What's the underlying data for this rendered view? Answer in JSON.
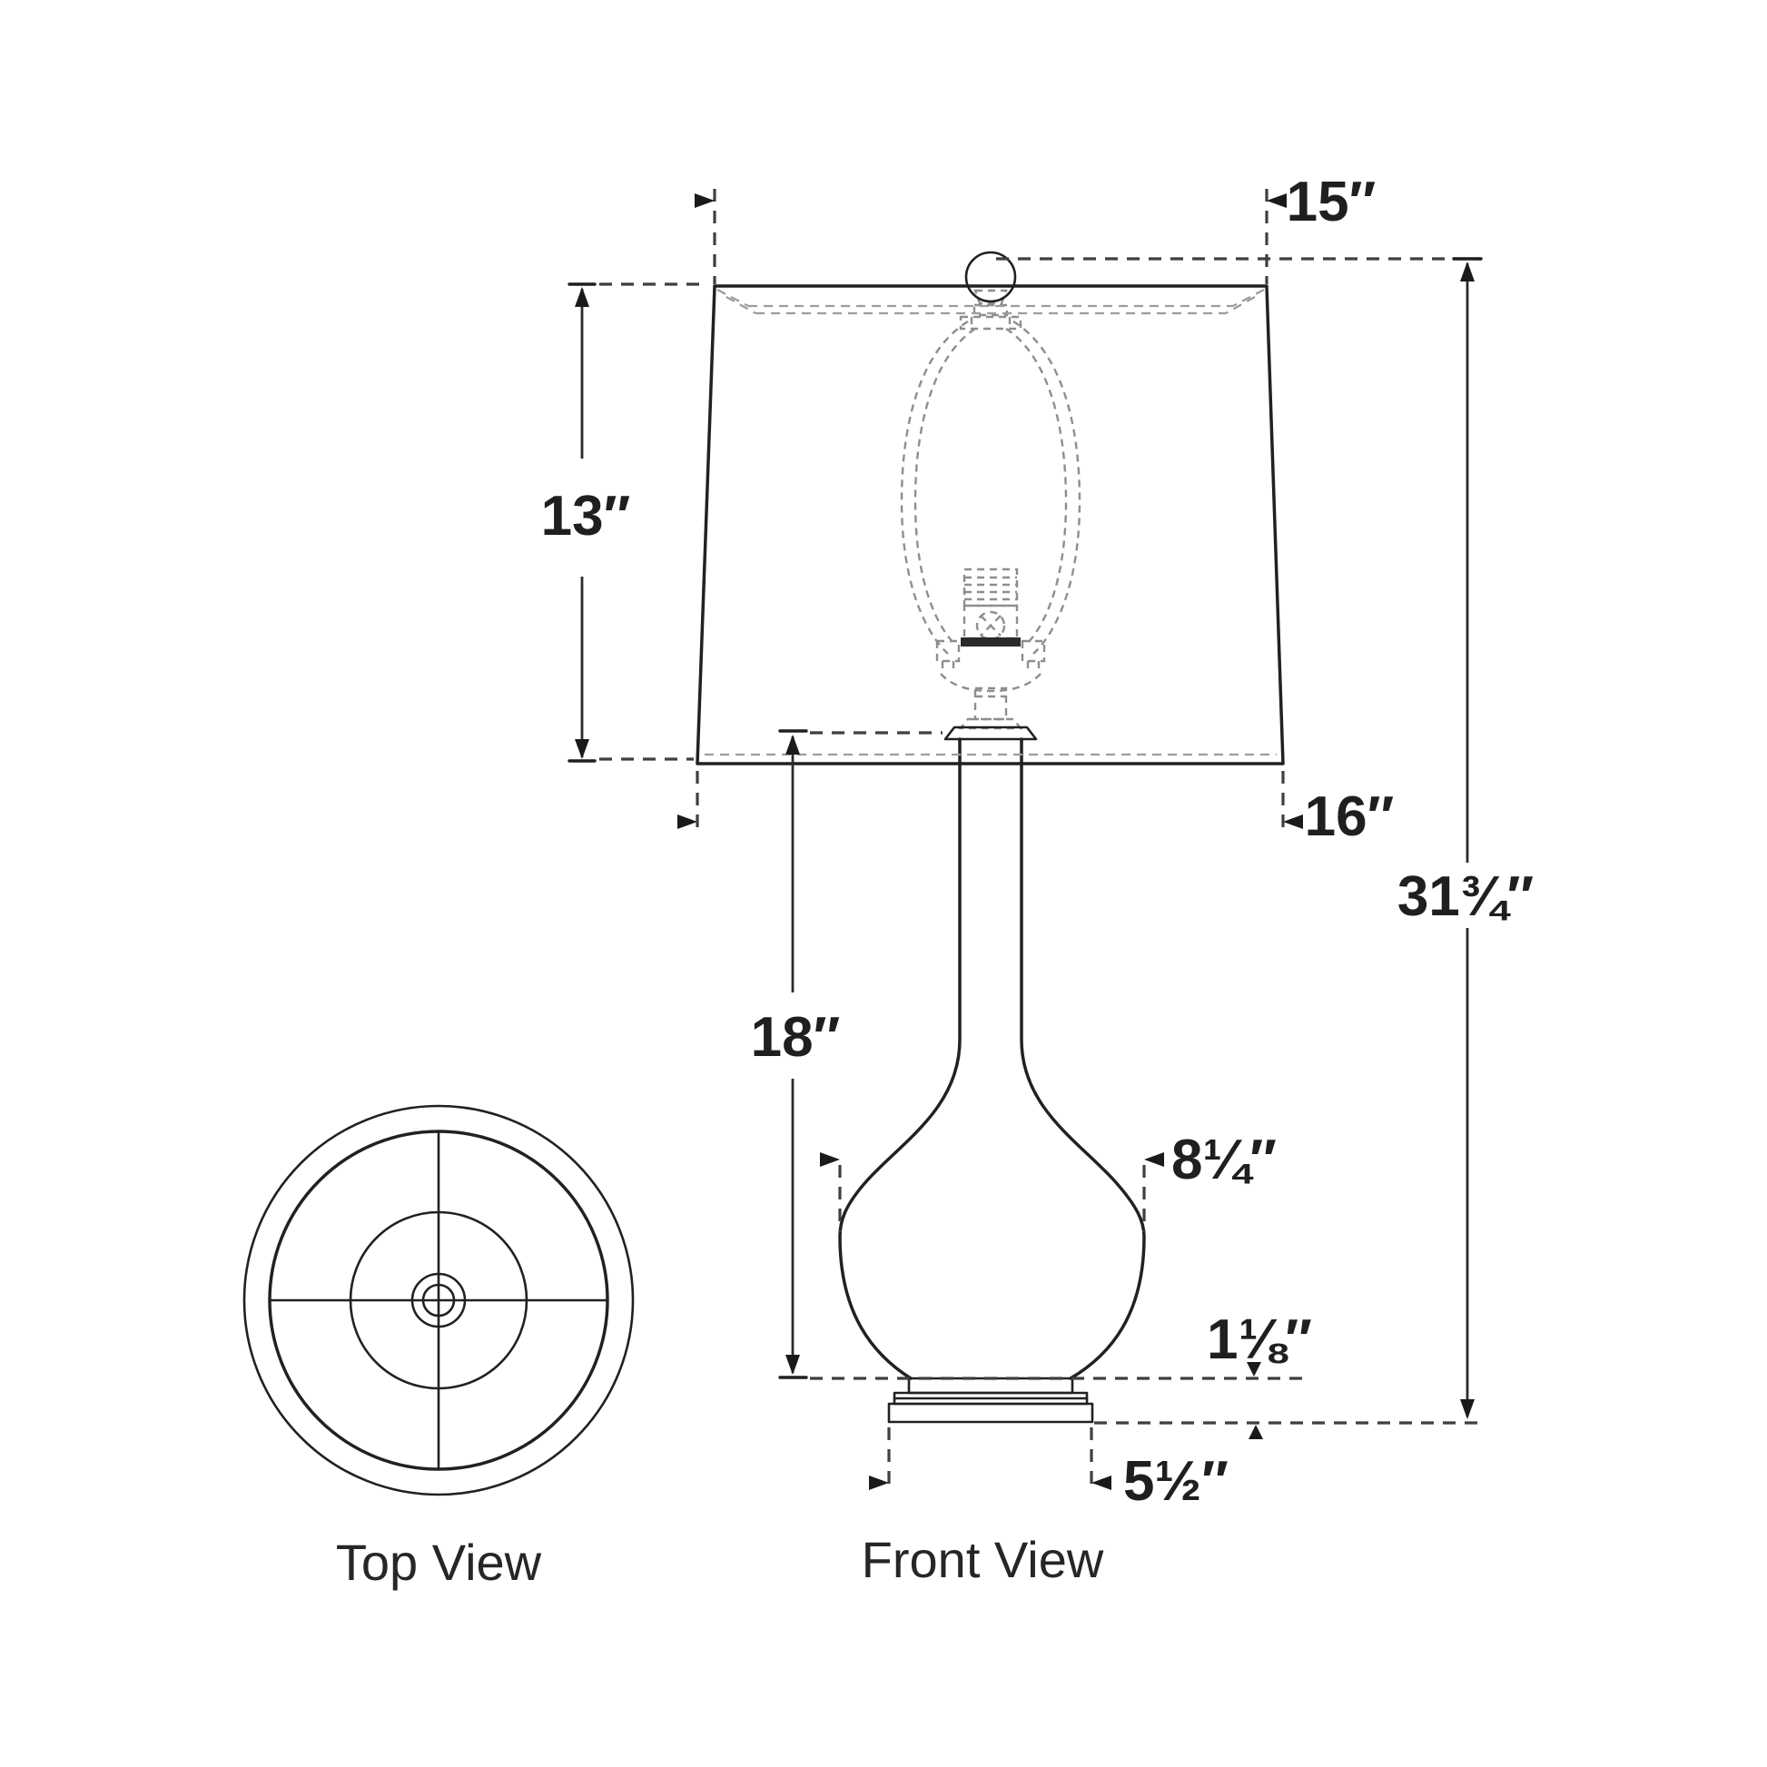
{
  "views": {
    "top": {
      "label": "Top View"
    },
    "front": {
      "label": "Front View"
    }
  },
  "dimensions": {
    "shade_top_width": {
      "display": "15″",
      "inches": 15
    },
    "shade_height": {
      "display": "13″",
      "inches": 13
    },
    "shade_bottom_width": {
      "display": "16″",
      "inches": 16
    },
    "overall_height": {
      "display": "31¾″",
      "inches": 31.75
    },
    "body_height": {
      "display": "18″",
      "inches": 18
    },
    "body_width": {
      "display": "8¼″",
      "inches": 8.25
    },
    "base_height": {
      "display": "1⅛″",
      "inches": 1.125
    },
    "base_width": {
      "display": "5½″",
      "inches": 5.5
    }
  },
  "colors": {
    "outline": "#212121",
    "dashed_detail": "#8e8e8e",
    "dimension": "#2b2b2b",
    "background": "#ffffff"
  }
}
